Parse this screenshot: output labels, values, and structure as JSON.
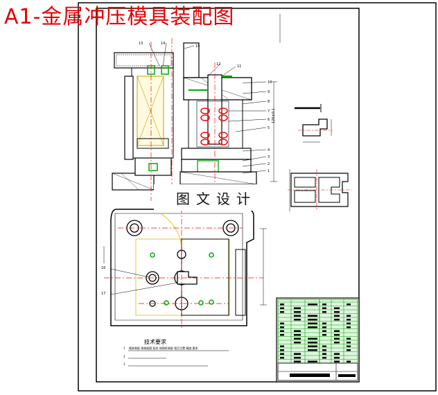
{
  "title": "A1-金属冲压模具装配图",
  "watermark": "图文设计",
  "technical_requirements": {
    "heading": "技术要求",
    "items": [
      "1",
      "2",
      "3"
    ],
    "line1_text": "模具装配 按装配图 配合 按图纸装配 相互位置 精度 要求"
  },
  "callouts": [
    "13",
    "14",
    "15",
    "12",
    "11",
    "10",
    "9",
    "8",
    "7",
    "6",
    "5",
    "4",
    "3",
    "2",
    "1",
    "16",
    "17"
  ],
  "dimension_label": "125±0.1",
  "colors": {
    "title_red": "#e60000",
    "line_red": "#ff0000",
    "line_green": "#00aa00",
    "line_yellow": "#d4c200",
    "ink": "#000000"
  }
}
